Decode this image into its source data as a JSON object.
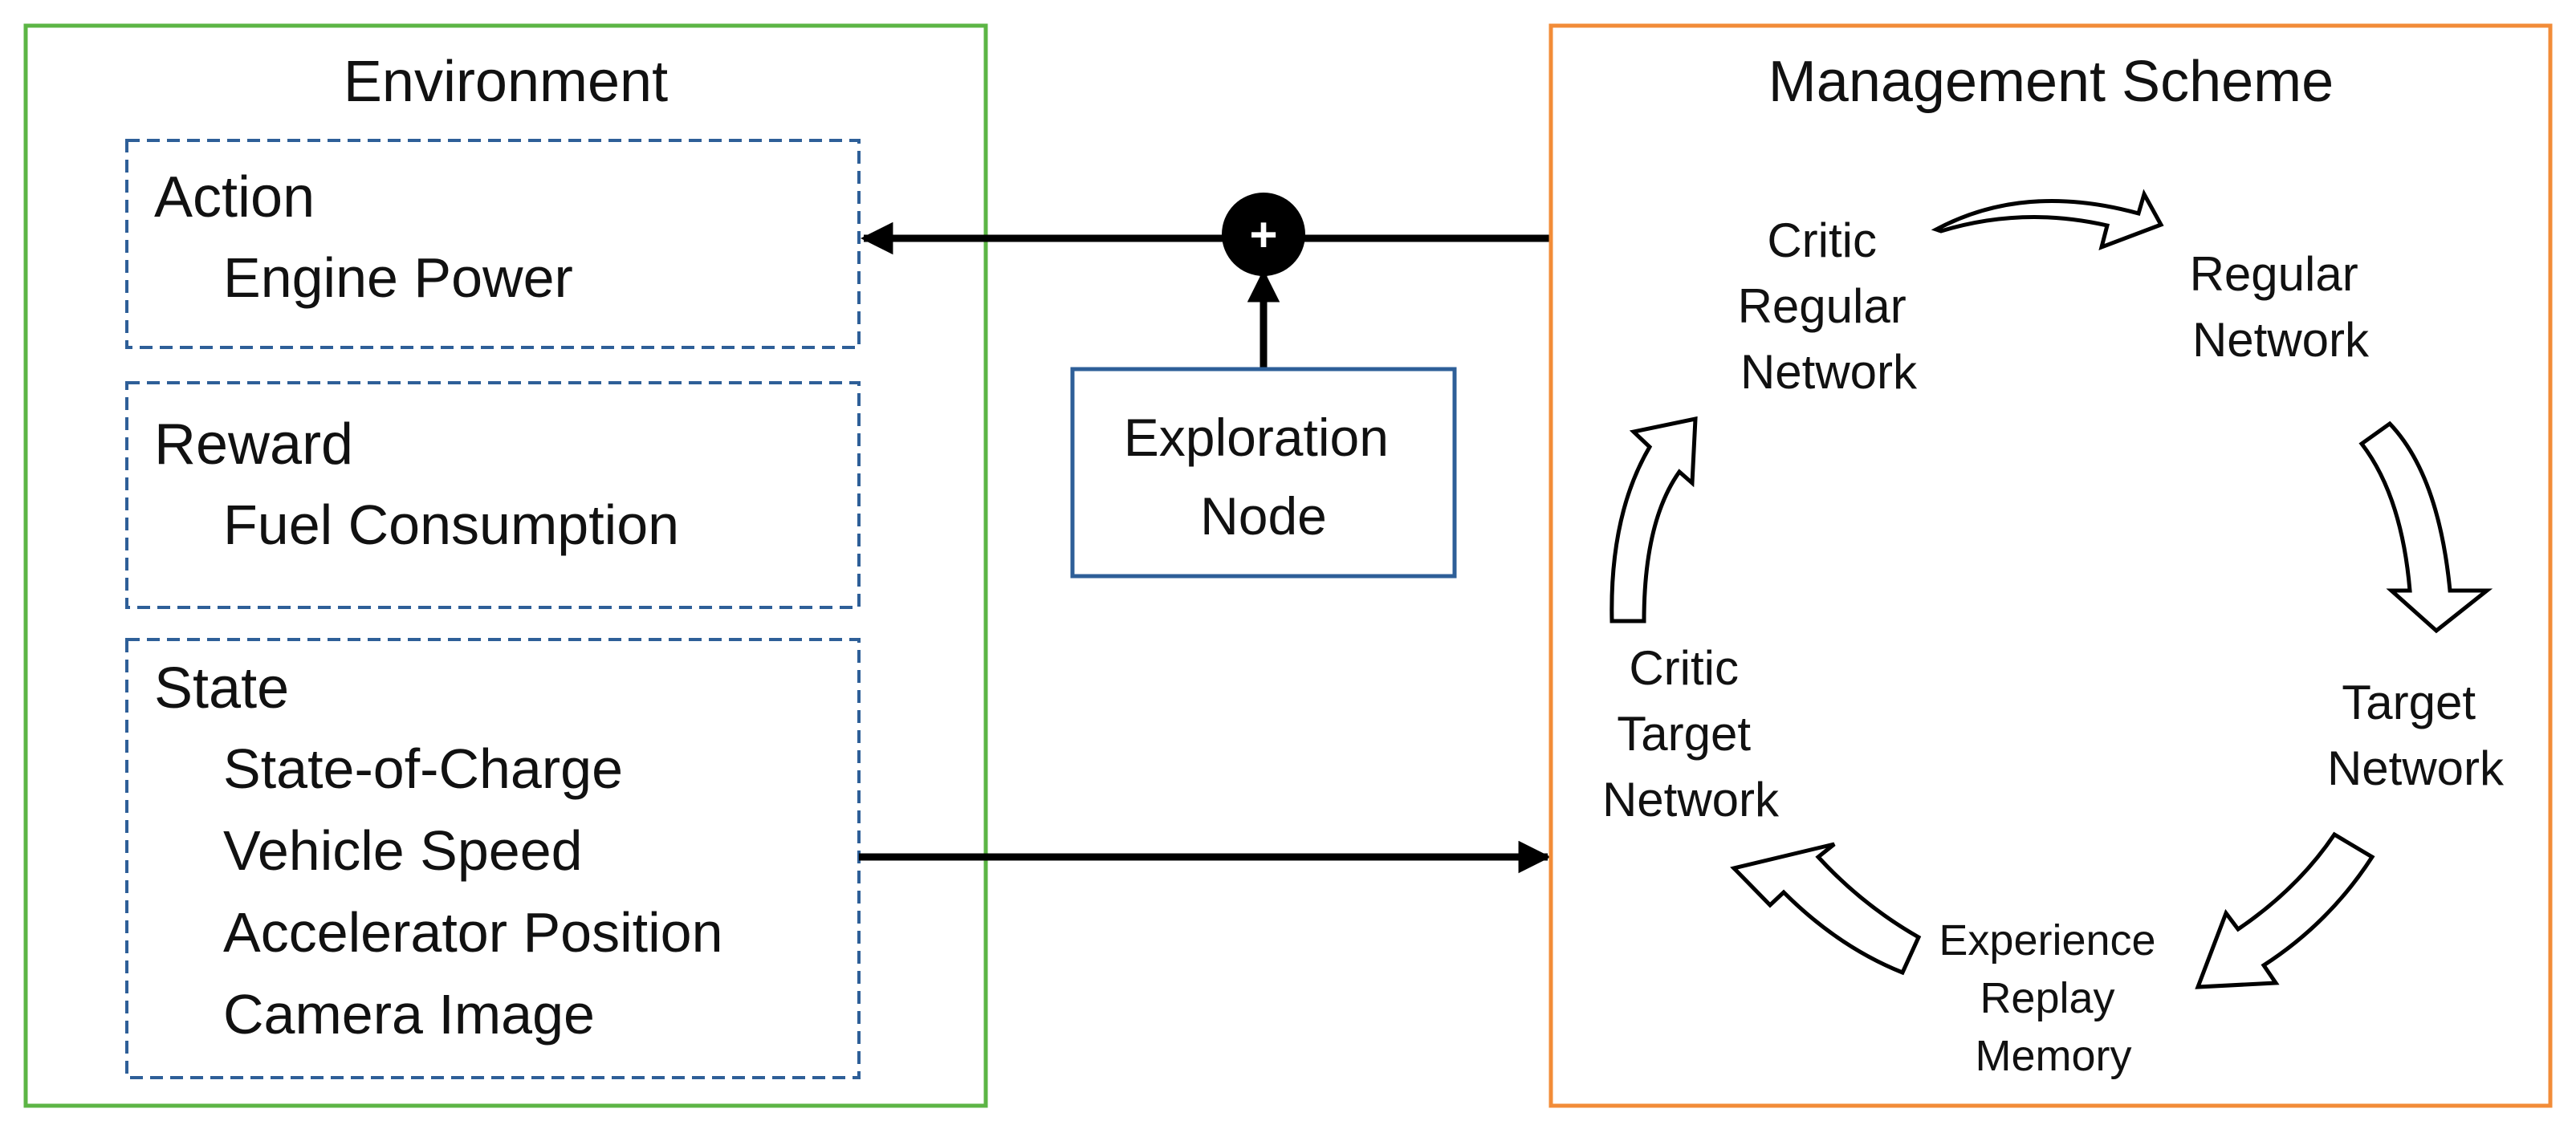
{
  "colors": {
    "environment_border": "#5CB545",
    "management_border": "#F28C38",
    "dashed_border": "#2E5F98",
    "exploration_border": "#2E5F98",
    "arrow": "#000000"
  },
  "environment": {
    "title": "Environment",
    "action": {
      "heading": "Action",
      "items": [
        "Engine Power"
      ]
    },
    "reward": {
      "heading": "Reward",
      "items": [
        "Fuel Consumption"
      ]
    },
    "state": {
      "heading": "State",
      "items": [
        "State-of-Charge",
        "Vehicle Speed",
        "Accelerator Position",
        "Camera Image"
      ]
    }
  },
  "exploration": {
    "lines": [
      "Exploration",
      "Node"
    ],
    "sum_symbol": "+"
  },
  "management": {
    "title": "Management Scheme",
    "critic_regular": [
      "Critic",
      "Regular",
      "Network"
    ],
    "regular": [
      "Regular",
      "Network"
    ],
    "target": [
      "Target",
      "Network"
    ],
    "experience": [
      "Experience",
      "Replay",
      "Memory"
    ],
    "critic_target": [
      "Critic",
      "Target",
      "Network"
    ]
  }
}
